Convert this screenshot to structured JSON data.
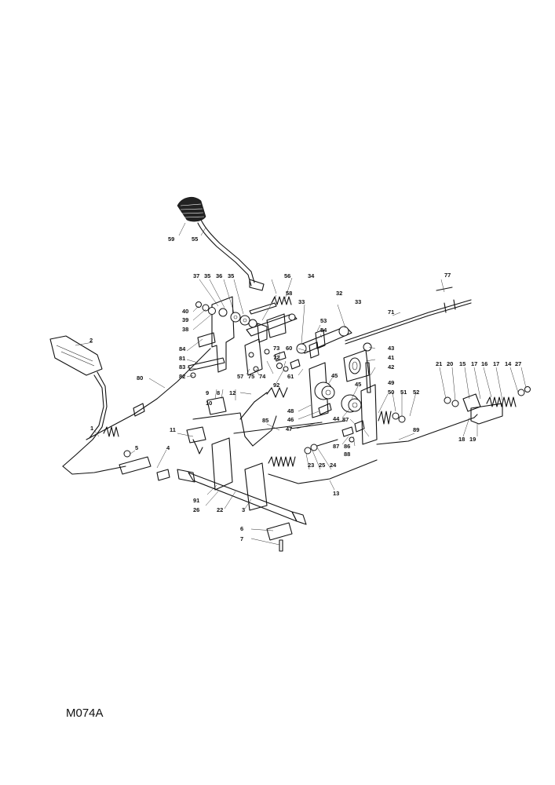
{
  "drawing_code": "M074A",
  "callouts": [
    {
      "id": "lbl-59",
      "text": "59"
    },
    {
      "id": "lbl-55",
      "text": "55"
    },
    {
      "id": "lbl-56",
      "text": "56"
    },
    {
      "id": "lbl-34",
      "text": "34"
    },
    {
      "id": "lbl-37",
      "text": "37"
    },
    {
      "id": "lbl-35a",
      "text": "35"
    },
    {
      "id": "lbl-36",
      "text": "36"
    },
    {
      "id": "lbl-35b",
      "text": "35"
    },
    {
      "id": "lbl-40",
      "text": "40"
    },
    {
      "id": "lbl-39",
      "text": "39"
    },
    {
      "id": "lbl-38",
      "text": "38"
    },
    {
      "id": "lbl-58",
      "text": "58"
    },
    {
      "id": "lbl-32",
      "text": "32"
    },
    {
      "id": "lbl-33a",
      "text": "33"
    },
    {
      "id": "lbl-33b",
      "text": "33"
    },
    {
      "id": "lbl-53",
      "text": "53"
    },
    {
      "id": "lbl-54",
      "text": "54"
    },
    {
      "id": "lbl-60",
      "text": "60"
    },
    {
      "id": "lbl-43",
      "text": "43"
    },
    {
      "id": "lbl-41",
      "text": "41"
    },
    {
      "id": "lbl-42",
      "text": "42"
    },
    {
      "id": "lbl-71",
      "text": "71"
    },
    {
      "id": "lbl-77",
      "text": "77"
    },
    {
      "id": "lbl-2",
      "text": "2"
    },
    {
      "id": "lbl-84",
      "text": "84"
    },
    {
      "id": "lbl-81",
      "text": "81"
    },
    {
      "id": "lbl-83",
      "text": "83"
    },
    {
      "id": "lbl-82",
      "text": "82"
    },
    {
      "id": "lbl-80",
      "text": "80"
    },
    {
      "id": "lbl-57",
      "text": "57"
    },
    {
      "id": "lbl-75",
      "text": "75"
    },
    {
      "id": "lbl-74",
      "text": "74"
    },
    {
      "id": "lbl-73",
      "text": "73"
    },
    {
      "id": "lbl-72",
      "text": "72"
    },
    {
      "id": "lbl-92",
      "text": "92"
    },
    {
      "id": "lbl-61",
      "text": "61"
    },
    {
      "id": "lbl-45a",
      "text": "45"
    },
    {
      "id": "lbl-45b",
      "text": "45"
    },
    {
      "id": "lbl-48",
      "text": "48"
    },
    {
      "id": "lbl-44",
      "text": "44"
    },
    {
      "id": "lbl-46",
      "text": "46"
    },
    {
      "id": "lbl-47",
      "text": "47"
    },
    {
      "id": "lbl-87a",
      "text": "87"
    },
    {
      "id": "lbl-87b",
      "text": "87"
    },
    {
      "id": "lbl-86",
      "text": "86"
    },
    {
      "id": "lbl-88",
      "text": "88"
    },
    {
      "id": "lbl-49",
      "text": "49"
    },
    {
      "id": "lbl-50",
      "text": "50"
    },
    {
      "id": "lbl-51",
      "text": "51"
    },
    {
      "id": "lbl-52",
      "text": "52"
    },
    {
      "id": "lbl-89",
      "text": "89"
    },
    {
      "id": "lbl-21",
      "text": "21"
    },
    {
      "id": "lbl-20",
      "text": "20"
    },
    {
      "id": "lbl-15",
      "text": "15"
    },
    {
      "id": "lbl-17a",
      "text": "17"
    },
    {
      "id": "lbl-16",
      "text": "16"
    },
    {
      "id": "lbl-17b",
      "text": "17"
    },
    {
      "id": "lbl-14",
      "text": "14"
    },
    {
      "id": "lbl-27",
      "text": "27"
    },
    {
      "id": "lbl-18",
      "text": "18"
    },
    {
      "id": "lbl-19",
      "text": "19"
    },
    {
      "id": "lbl-9",
      "text": "9"
    },
    {
      "id": "lbl-10",
      "text": "10"
    },
    {
      "id": "lbl-8",
      "text": "8"
    },
    {
      "id": "lbl-12",
      "text": "12"
    },
    {
      "id": "lbl-85",
      "text": "85"
    },
    {
      "id": "lbl-11",
      "text": "11"
    },
    {
      "id": "lbl-1",
      "text": "1"
    },
    {
      "id": "lbl-5",
      "text": "5"
    },
    {
      "id": "lbl-4",
      "text": "4"
    },
    {
      "id": "lbl-23",
      "text": "23"
    },
    {
      "id": "lbl-25",
      "text": "25"
    },
    {
      "id": "lbl-24",
      "text": "24"
    },
    {
      "id": "lbl-13",
      "text": "13"
    },
    {
      "id": "lbl-91",
      "text": "91"
    },
    {
      "id": "lbl-26",
      "text": "26"
    },
    {
      "id": "lbl-22",
      "text": "22"
    },
    {
      "id": "lbl-3",
      "text": "3"
    },
    {
      "id": "lbl-6",
      "text": "6"
    },
    {
      "id": "lbl-7",
      "text": "7"
    }
  ]
}
